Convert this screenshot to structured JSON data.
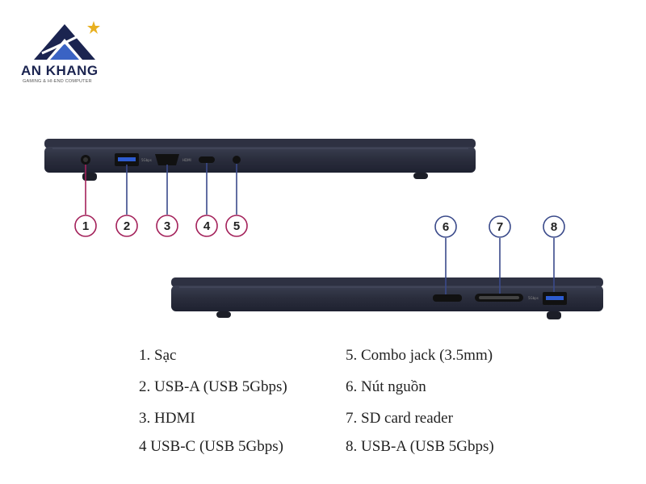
{
  "brand": {
    "name": "AN KHANG",
    "tagline": "GAMING & HI-END COMPUTER"
  },
  "ports": {
    "callouts": [
      "1",
      "2",
      "3",
      "4",
      "5",
      "6",
      "7",
      "8"
    ],
    "side_labels": {
      "usb_a_left": "5Gbps",
      "hdmi": "HDMI",
      "usb_a_right": "5Gbps"
    }
  },
  "legend": [
    "1. Sạc",
    "2. USB-A (USB 5Gbps)",
    "3. HDMI",
    "4 USB-C (USB 5Gbps)",
    "5. Combo jack (3.5mm)",
    "6. Nút nguồn",
    "7. SD card reader",
    "8. USB-A (USB 5Gbps)"
  ],
  "colors": {
    "chassis": "#2a2d3c",
    "chassis_edge": "#1c1e28",
    "brand_blue": "#1b2450",
    "star": "#e8b020",
    "left_accent": "#a3215a",
    "right_accent": "#3a4a8a"
  }
}
